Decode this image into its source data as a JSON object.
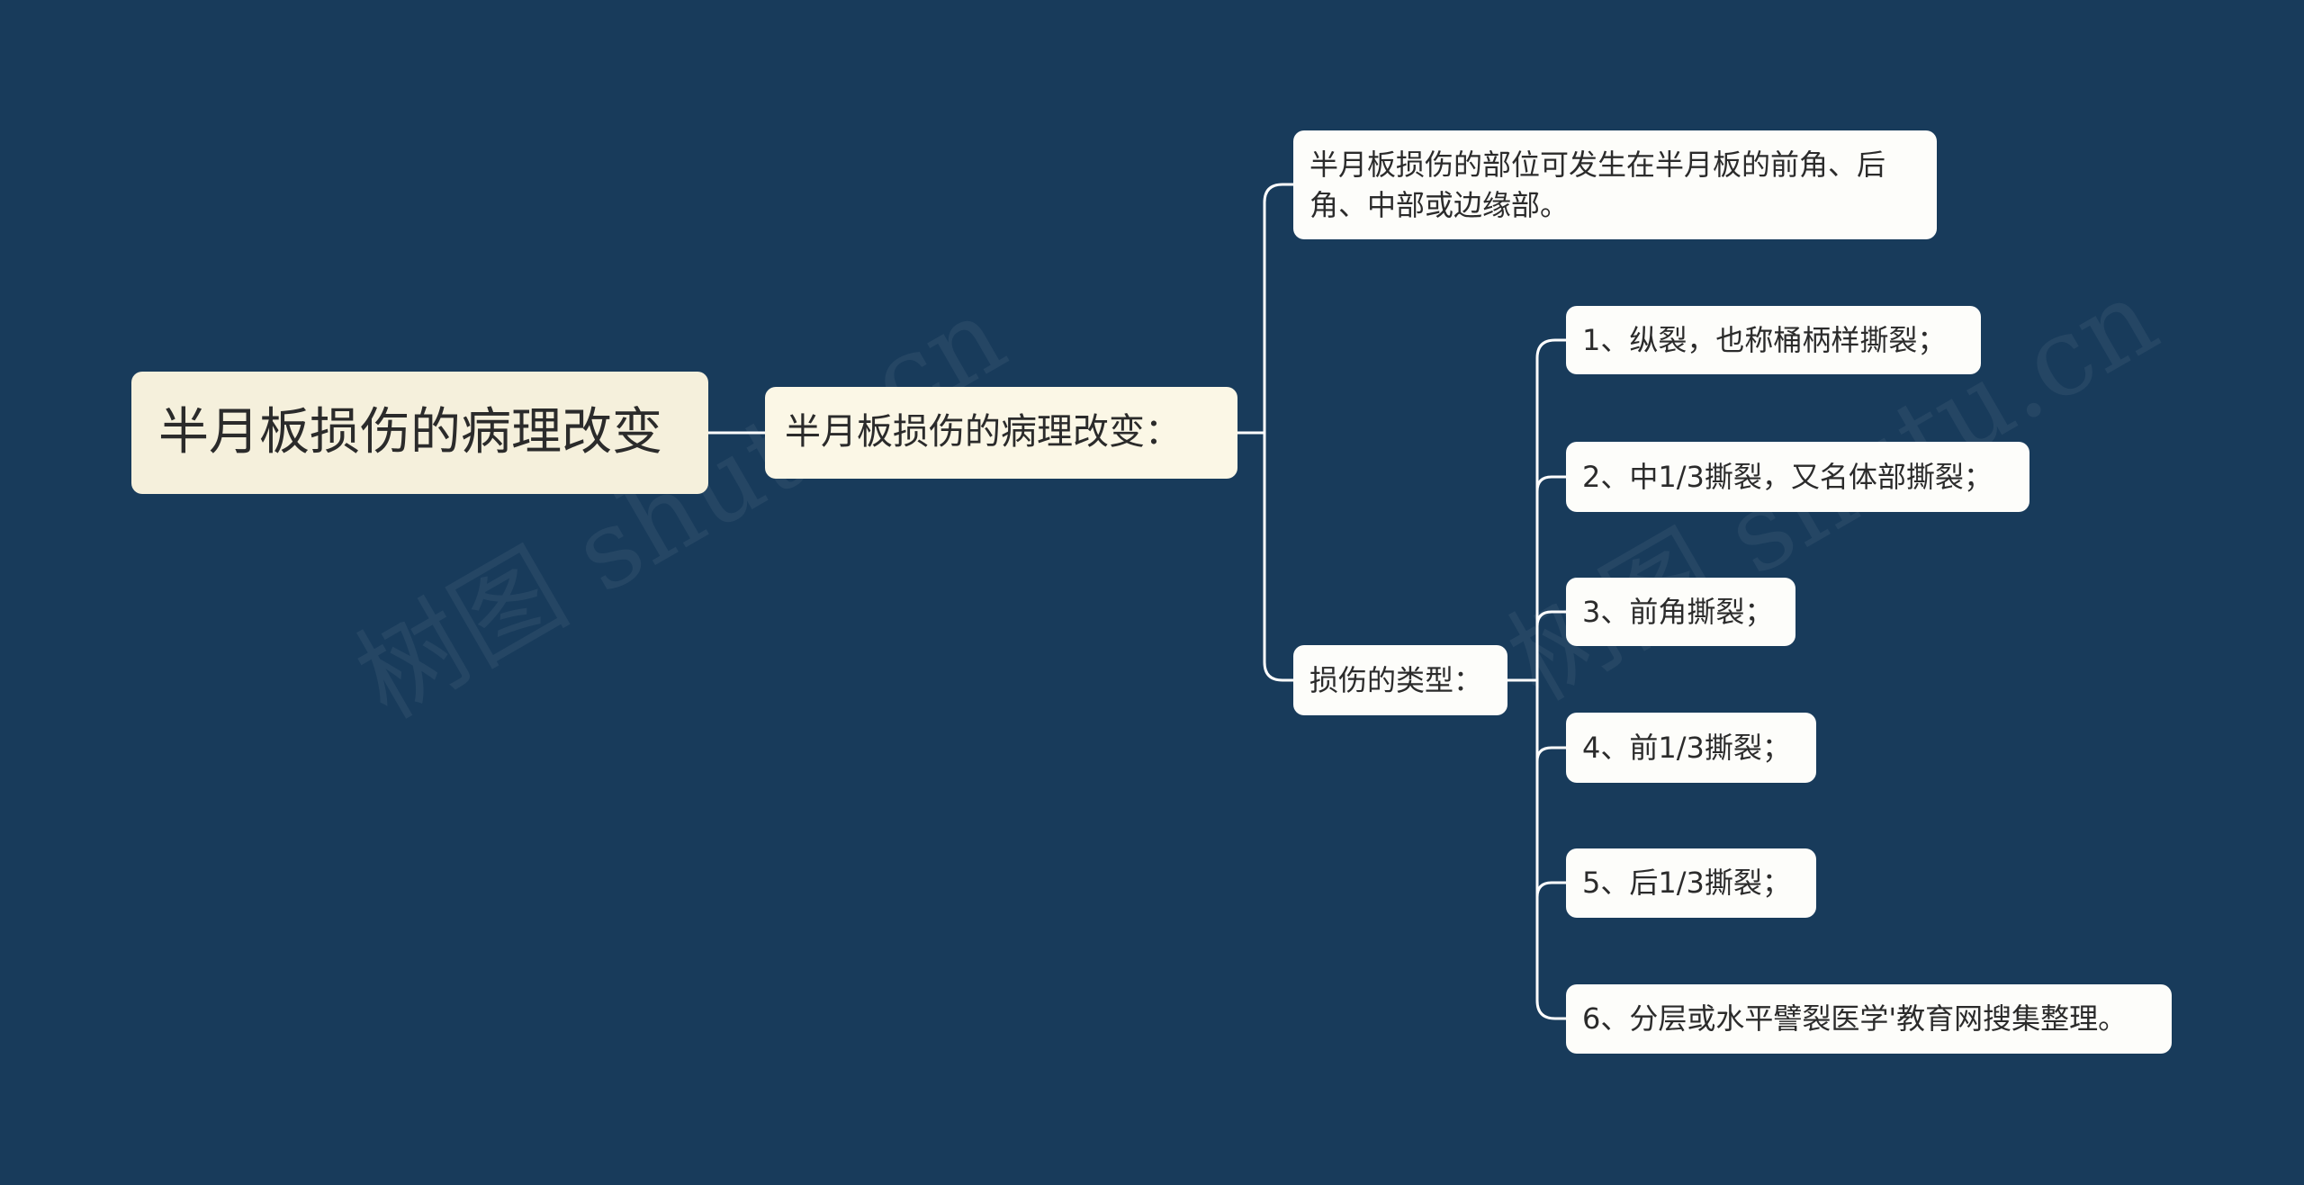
{
  "watermark": "树图 shutu.cn",
  "root": {
    "label": "半月板损伤的病理改变"
  },
  "branch": {
    "label": "半月板损伤的病理改变："
  },
  "site": {
    "label": "半月板损伤的部位可发生在半月板的前角、后角、中部或边缘部。"
  },
  "types": {
    "label": "损伤的类型：",
    "items": [
      "1、纵裂，也称桶柄样撕裂；",
      "2、中1/3撕裂，又名体部撕裂；",
      "3、前角撕裂；",
      "4、前1/3撕裂；",
      "5、后1/3撕裂；",
      "6、分层或水平譬裂医学'教育网搜集整理。"
    ]
  },
  "colors": {
    "background": "#183b5b",
    "connector": "#ffffff",
    "root_fill": "#f5f0dc",
    "branch_fill": "#fbf7e6",
    "leaf_fill": "#fdfdfa",
    "text": "#2b2b2b"
  }
}
